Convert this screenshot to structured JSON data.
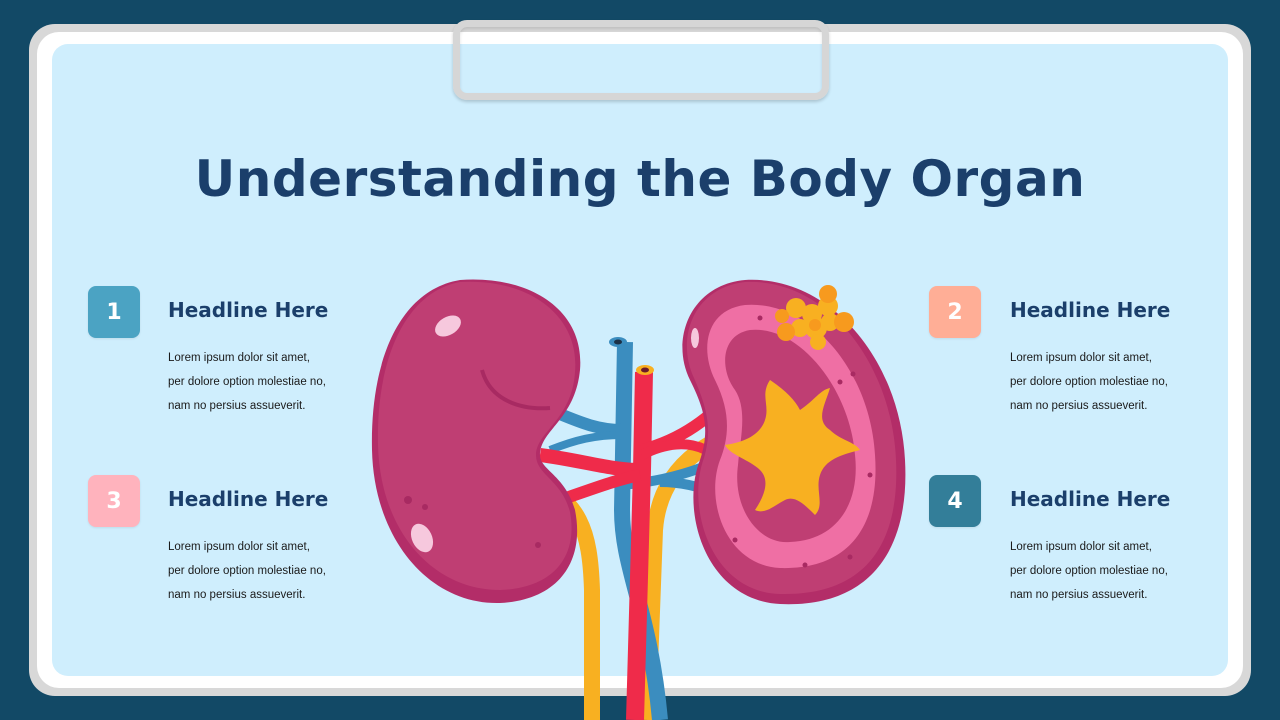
{
  "slide": {
    "title": "Understanding the Body Organ",
    "colors": {
      "background": "#124966",
      "panel": "#cfeefd",
      "title": "#1b3f6b"
    }
  },
  "items": [
    {
      "number": "1",
      "badge_color": "#4ba3c3",
      "headline": "Headline Here",
      "lines": [
        "Lorem  ipsum dolor sit amet,",
        "per dolore option molestiae no,",
        "nam no persius assueverit."
      ]
    },
    {
      "number": "2",
      "badge_color": "#ffae96",
      "headline": "Headline Here",
      "lines": [
        "Lorem  ipsum dolor sit amet,",
        "per dolore option molestiae no,",
        "nam no persius assueverit."
      ]
    },
    {
      "number": "3",
      "badge_color": "#ffb3bd",
      "headline": "Headline Here",
      "lines": [
        "Lorem  ipsum dolor sit amet,",
        "per dolore option molestiae no,",
        "nam no persius assueverit."
      ]
    },
    {
      "number": "4",
      "badge_color": "#337e99",
      "headline": "Headline Here",
      "lines": [
        "Lorem  ipsum dolor sit amet,",
        "per dolore option molestiae no,",
        "nam no persius assueverit."
      ]
    }
  ],
  "illustration": {
    "icon": "kidneys-illustration",
    "colors": {
      "kidney": "#bf3e73",
      "kidney_inner": "#ef6fa4",
      "artery": "#ef2b4a",
      "vein": "#3b8dbf",
      "ureter": "#f8b021",
      "gland": "#f79a1e"
    }
  }
}
